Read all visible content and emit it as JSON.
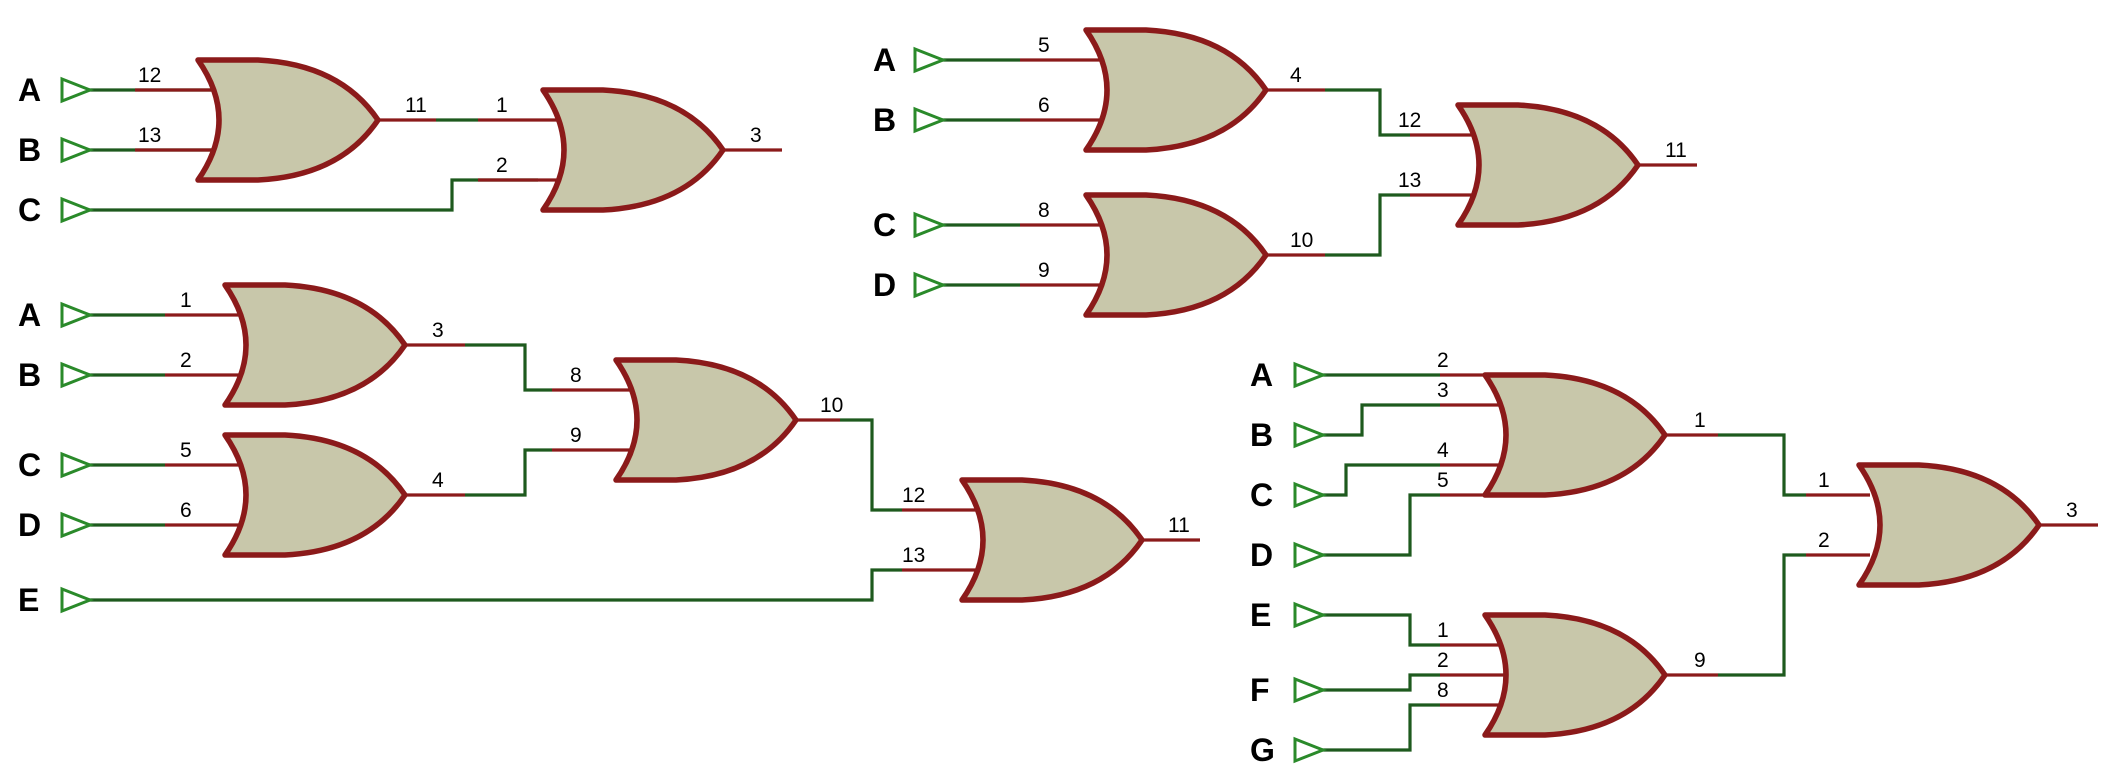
{
  "circuits": [
    {
      "terminals": [
        "A",
        "B",
        "C"
      ],
      "gates": [
        {
          "inputs": [
            "12",
            "13"
          ],
          "output": "11"
        },
        {
          "inputs": [
            "1",
            "2"
          ],
          "output": "3"
        }
      ]
    },
    {
      "terminals": [
        "A",
        "B",
        "C",
        "D"
      ],
      "gates": [
        {
          "inputs": [
            "5",
            "6"
          ],
          "output": "4"
        },
        {
          "inputs": [
            "8",
            "9"
          ],
          "output": "10"
        },
        {
          "inputs": [
            "12",
            "13"
          ],
          "output": "11"
        }
      ]
    },
    {
      "terminals": [
        "A",
        "B",
        "C",
        "D",
        "E"
      ],
      "gates": [
        {
          "inputs": [
            "1",
            "2"
          ],
          "output": "3"
        },
        {
          "inputs": [
            "5",
            "6"
          ],
          "output": "4"
        },
        {
          "inputs": [
            "8",
            "9"
          ],
          "output": "10"
        },
        {
          "inputs": [
            "12",
            "13"
          ],
          "output": "11"
        }
      ]
    },
    {
      "terminals": [
        "A",
        "B",
        "C",
        "D",
        "E",
        "F",
        "G"
      ],
      "gates": [
        {
          "inputs": [
            "2",
            "3",
            "4",
            "5"
          ],
          "output": "1"
        },
        {
          "inputs": [
            "1",
            "2",
            "8"
          ],
          "output": "9"
        },
        {
          "inputs": [
            "1",
            "2"
          ],
          "output": "3"
        }
      ]
    }
  ],
  "colors": {
    "gate_fill": "#c8c7aa",
    "gate_outline": "#8b1a1a",
    "wire": "#1e5a1e",
    "terminal": "#2a8a2a"
  }
}
